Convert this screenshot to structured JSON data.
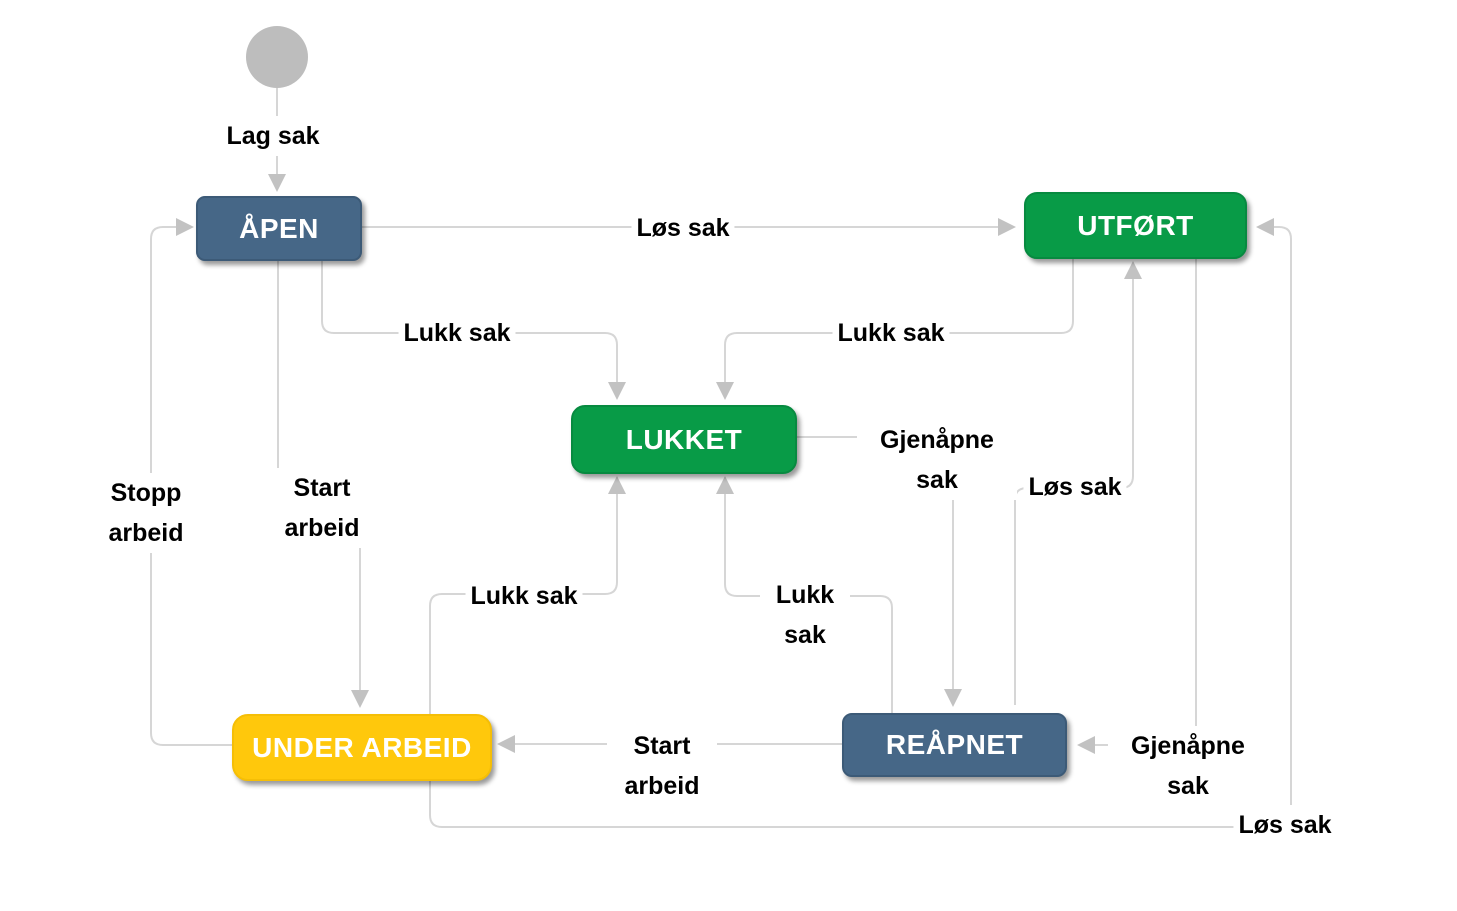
{
  "diagram": {
    "type": "state-workflow",
    "nodes": {
      "start": {
        "label": "",
        "shape": "circle",
        "color": "#BDBDBD"
      },
      "open": {
        "label": "ÅPEN",
        "color": "#466787"
      },
      "done": {
        "label": "UTFØRT",
        "color": "#089B47"
      },
      "closed": {
        "label": "LUKKET",
        "color": "#089B47"
      },
      "in_progress": {
        "label": "UNDER ARBEID",
        "color": "#FFC80C"
      },
      "reopened": {
        "label": "REÅPNET",
        "color": "#466787"
      }
    },
    "edges": [
      {
        "from": "start",
        "to": "open",
        "label": "Lag sak"
      },
      {
        "from": "open",
        "to": "done",
        "label": "Løs sak"
      },
      {
        "from": "open",
        "to": "closed",
        "label": "Lukk sak"
      },
      {
        "from": "done",
        "to": "closed",
        "label": "Lukk sak"
      },
      {
        "from": "closed",
        "to": "reopened",
        "label": "Gjenåpne sak"
      },
      {
        "from": "reopened",
        "to": "done",
        "label": "Løs sak"
      },
      {
        "from": "in_progress",
        "to": "open",
        "label": "Stopp arbeid"
      },
      {
        "from": "open",
        "to": "in_progress",
        "label": "Start arbeid"
      },
      {
        "from": "in_progress",
        "to": "closed",
        "label": "Lukk sak"
      },
      {
        "from": "reopened",
        "to": "closed",
        "label": "Lukk sak"
      },
      {
        "from": "reopened",
        "to": "in_progress",
        "label": "Start arbeid"
      },
      {
        "from": "done",
        "to": "reopened",
        "label": "Gjenåpne sak"
      },
      {
        "from": "in_progress",
        "to": "done",
        "label": "Løs sak"
      }
    ],
    "colors": {
      "background": "#FFFFFF",
      "line": "#D6D6D6",
      "arrow": "#C2C2C2",
      "start_node": "#BDBDBD",
      "state_blue": "#466787",
      "state_green": "#089B47",
      "state_yellow": "#FFC80C",
      "label_text": "#000000",
      "state_text": "#FFFFFF"
    }
  }
}
